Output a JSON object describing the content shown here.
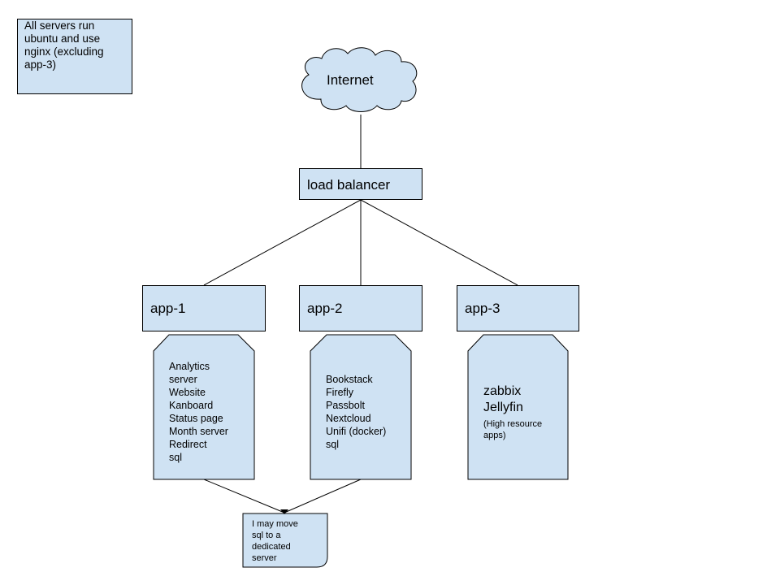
{
  "note": {
    "lines": [
      "All servers run",
      "ubuntu and use",
      "nginx (excluding",
      "app-3)"
    ]
  },
  "internet": {
    "label": "Internet"
  },
  "load_balancer": {
    "label": "load balancer"
  },
  "apps": [
    {
      "label": "app-1",
      "services": [
        "Analytics",
        "server",
        "Website",
        "Kanboard",
        "Status page",
        "Month server",
        "Redirect",
        "sql"
      ]
    },
    {
      "label": "app-2",
      "services": [
        "Bookstack",
        "Firefly",
        "Passbolt",
        "Nextcloud",
        "Unifi (docker)",
        "sql"
      ]
    },
    {
      "label": "app-3",
      "services": [
        "zabbix",
        "Jellyfin"
      ],
      "services_note": [
        "(High resource",
        "apps)"
      ]
    }
  ],
  "callout": {
    "lines": [
      "I may move",
      "sql to a",
      "dedicated",
      "server"
    ]
  },
  "colors": {
    "box_fill": "#cfe2f3",
    "stroke": "#000000",
    "background": "#ffffff"
  }
}
